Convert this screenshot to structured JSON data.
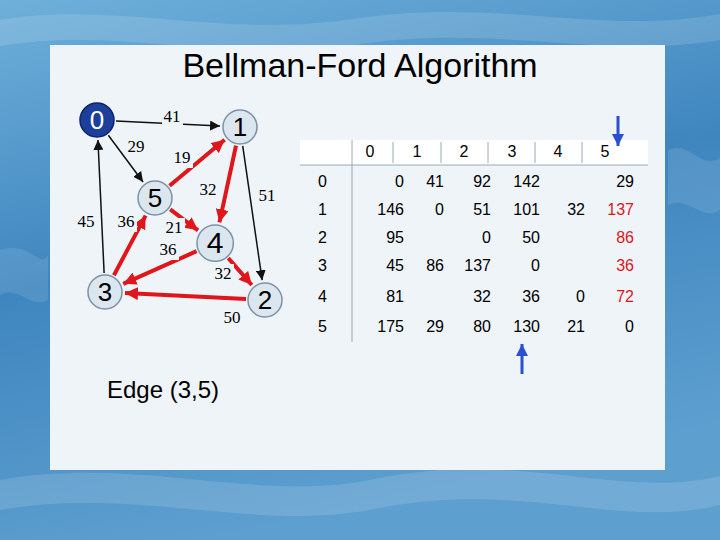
{
  "diagram": {
    "title": "Bellman-Ford Algorithm",
    "nodes": [
      {
        "text": [
          "0"
        ]
      },
      {
        "text": [
          "1"
        ]
      },
      {
        "text": [
          "5"
        ]
      },
      {
        "text": [
          "4"
        ]
      },
      {
        "text": [
          "3"
        ]
      },
      {
        "text": [
          "2"
        ]
      }
    ],
    "edges": [
      {
        "from": 0,
        "to": 1,
        "arrow": "to",
        "label": "41"
      },
      {
        "from": 0,
        "to": 2,
        "arrow": "to",
        "label": "29"
      },
      {
        "from": 2,
        "to": 1,
        "arrow": "to",
        "label": "19"
      },
      {
        "from": 1,
        "to": 3,
        "arrow": "to",
        "label": "32"
      },
      {
        "from": 1,
        "to": 5,
        "arrow": "to",
        "label": "51"
      },
      {
        "from": 2,
        "to": 3,
        "arrow": "to",
        "label": "21"
      },
      {
        "from": 4,
        "to": 0,
        "arrow": "to",
        "label": "45"
      },
      {
        "from": 4,
        "to": 2,
        "arrow": "to",
        "label": "36"
      },
      {
        "from": 3,
        "to": 4,
        "arrow": "to",
        "label": "36"
      },
      {
        "from": 3,
        "to": 5,
        "arrow": "to",
        "label": "32"
      },
      {
        "from": 5,
        "to": 4,
        "arrow": "to",
        "label": "50"
      }
    ],
    "labels": [
      "0",
      "1",
      "2",
      "3",
      "4",
      "5",
      "0",
      "0",
      "41",
      "92",
      "142",
      "29",
      "1",
      "146",
      "0",
      "51",
      "101",
      "32",
      "137",
      "2",
      "95",
      "0",
      "50",
      "86",
      "3",
      "45",
      "86",
      "137",
      "0",
      "36",
      "4",
      "81",
      "32",
      "36",
      "0",
      "72",
      "5",
      "175",
      "29",
      "80",
      "130",
      "21",
      "0",
      "Edge (3,5)"
    ]
  }
}
